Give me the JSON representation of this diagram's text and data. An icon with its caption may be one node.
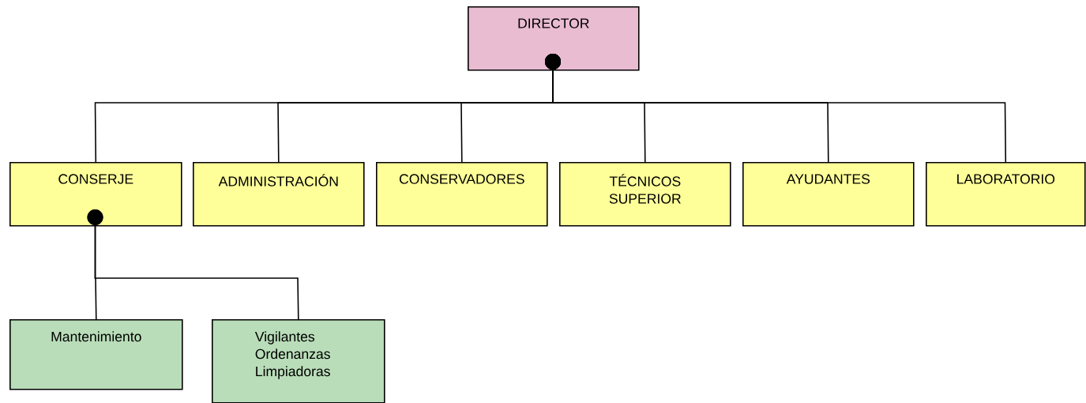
{
  "diagram": {
    "nodes": [
      {
        "text": [
          "DIRECTOR"
        ]
      },
      {
        "text": [
          "CONSERJE"
        ]
      },
      {
        "text": [
          "ADMINISTRACIÓN"
        ]
      },
      {
        "text": [
          "CONSERVADORES"
        ]
      },
      {
        "text": [
          "TÉCNICOS SUPERIOR"
        ]
      },
      {
        "text": [
          "AYUDANTES"
        ]
      },
      {
        "text": [
          "LABORATORIO"
        ]
      },
      {
        "text": [
          "Mantenimiento"
        ]
      },
      {
        "text": [
          "Vigilantes Ordenanzas Limpiadoras"
        ]
      }
    ],
    "edges": [
      {
        "from": 0,
        "to": 1,
        "arrow": "other"
      },
      {
        "from": 0,
        "to": 2,
        "arrow": "other"
      },
      {
        "from": 0,
        "to": 3,
        "arrow": "other"
      },
      {
        "from": 0,
        "to": 4,
        "arrow": "other"
      },
      {
        "from": 0,
        "to": 5,
        "arrow": "other"
      },
      {
        "from": 0,
        "to": 6,
        "arrow": "other"
      },
      {
        "from": 1,
        "to": 7,
        "arrow": "other"
      },
      {
        "from": 1,
        "to": 8,
        "arrow": "other"
      }
    ]
  }
}
